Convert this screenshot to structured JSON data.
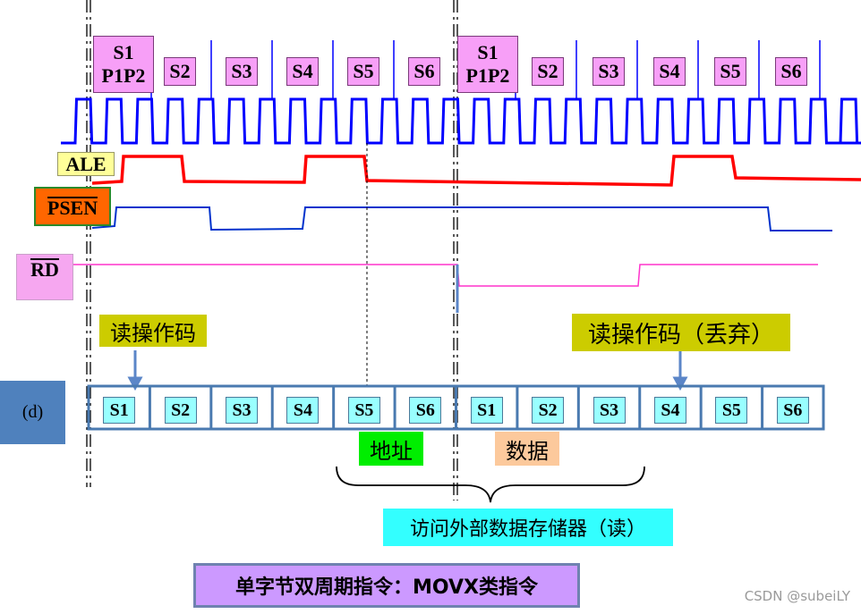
{
  "colors": {
    "clock": "#0000ff",
    "ale_line": "#ff0000",
    "psen_line": "#0033cc",
    "rd_line": "#ff33cc",
    "state_label_bg": "#f79ff7",
    "state_cell_bg": "#99ffff",
    "address_bg": "#00ee00",
    "data_bg": "#fcc99c",
    "external_bg": "#33ffff",
    "caption_bg": "#cc99ff"
  },
  "cycle1": {
    "states": [
      {
        "line1": "S1",
        "line2": "P1P2"
      },
      {
        "line1": "S2"
      },
      {
        "line1": "S3"
      },
      {
        "line1": "S4"
      },
      {
        "line1": "S5"
      },
      {
        "line1": "S6"
      }
    ]
  },
  "cycle2": {
    "states": [
      {
        "line1": "S1",
        "line2": "P1P2"
      },
      {
        "line1": "S2"
      },
      {
        "line1": "S3"
      },
      {
        "line1": "S4"
      },
      {
        "line1": "S5"
      },
      {
        "line1": "S6"
      }
    ]
  },
  "signals": {
    "ale": "ALE",
    "psen": "PSEN",
    "rd": "RD"
  },
  "notes": {
    "read_opcode": "读操作码",
    "read_opcode_discard": "读操作码（丢弃）"
  },
  "d_label": "(d)",
  "state_row": [
    "S1",
    "S2",
    "S3",
    "S4",
    "S5",
    "S6",
    "S1",
    "S2",
    "S3",
    "S4",
    "S5",
    "S6"
  ],
  "bus": {
    "address": "地址",
    "data": "数据",
    "external_read": "访问外部数据存储器（读）"
  },
  "caption": "单字节双周期指令：MOVX类指令",
  "watermark": "CSDN @subeiLY"
}
